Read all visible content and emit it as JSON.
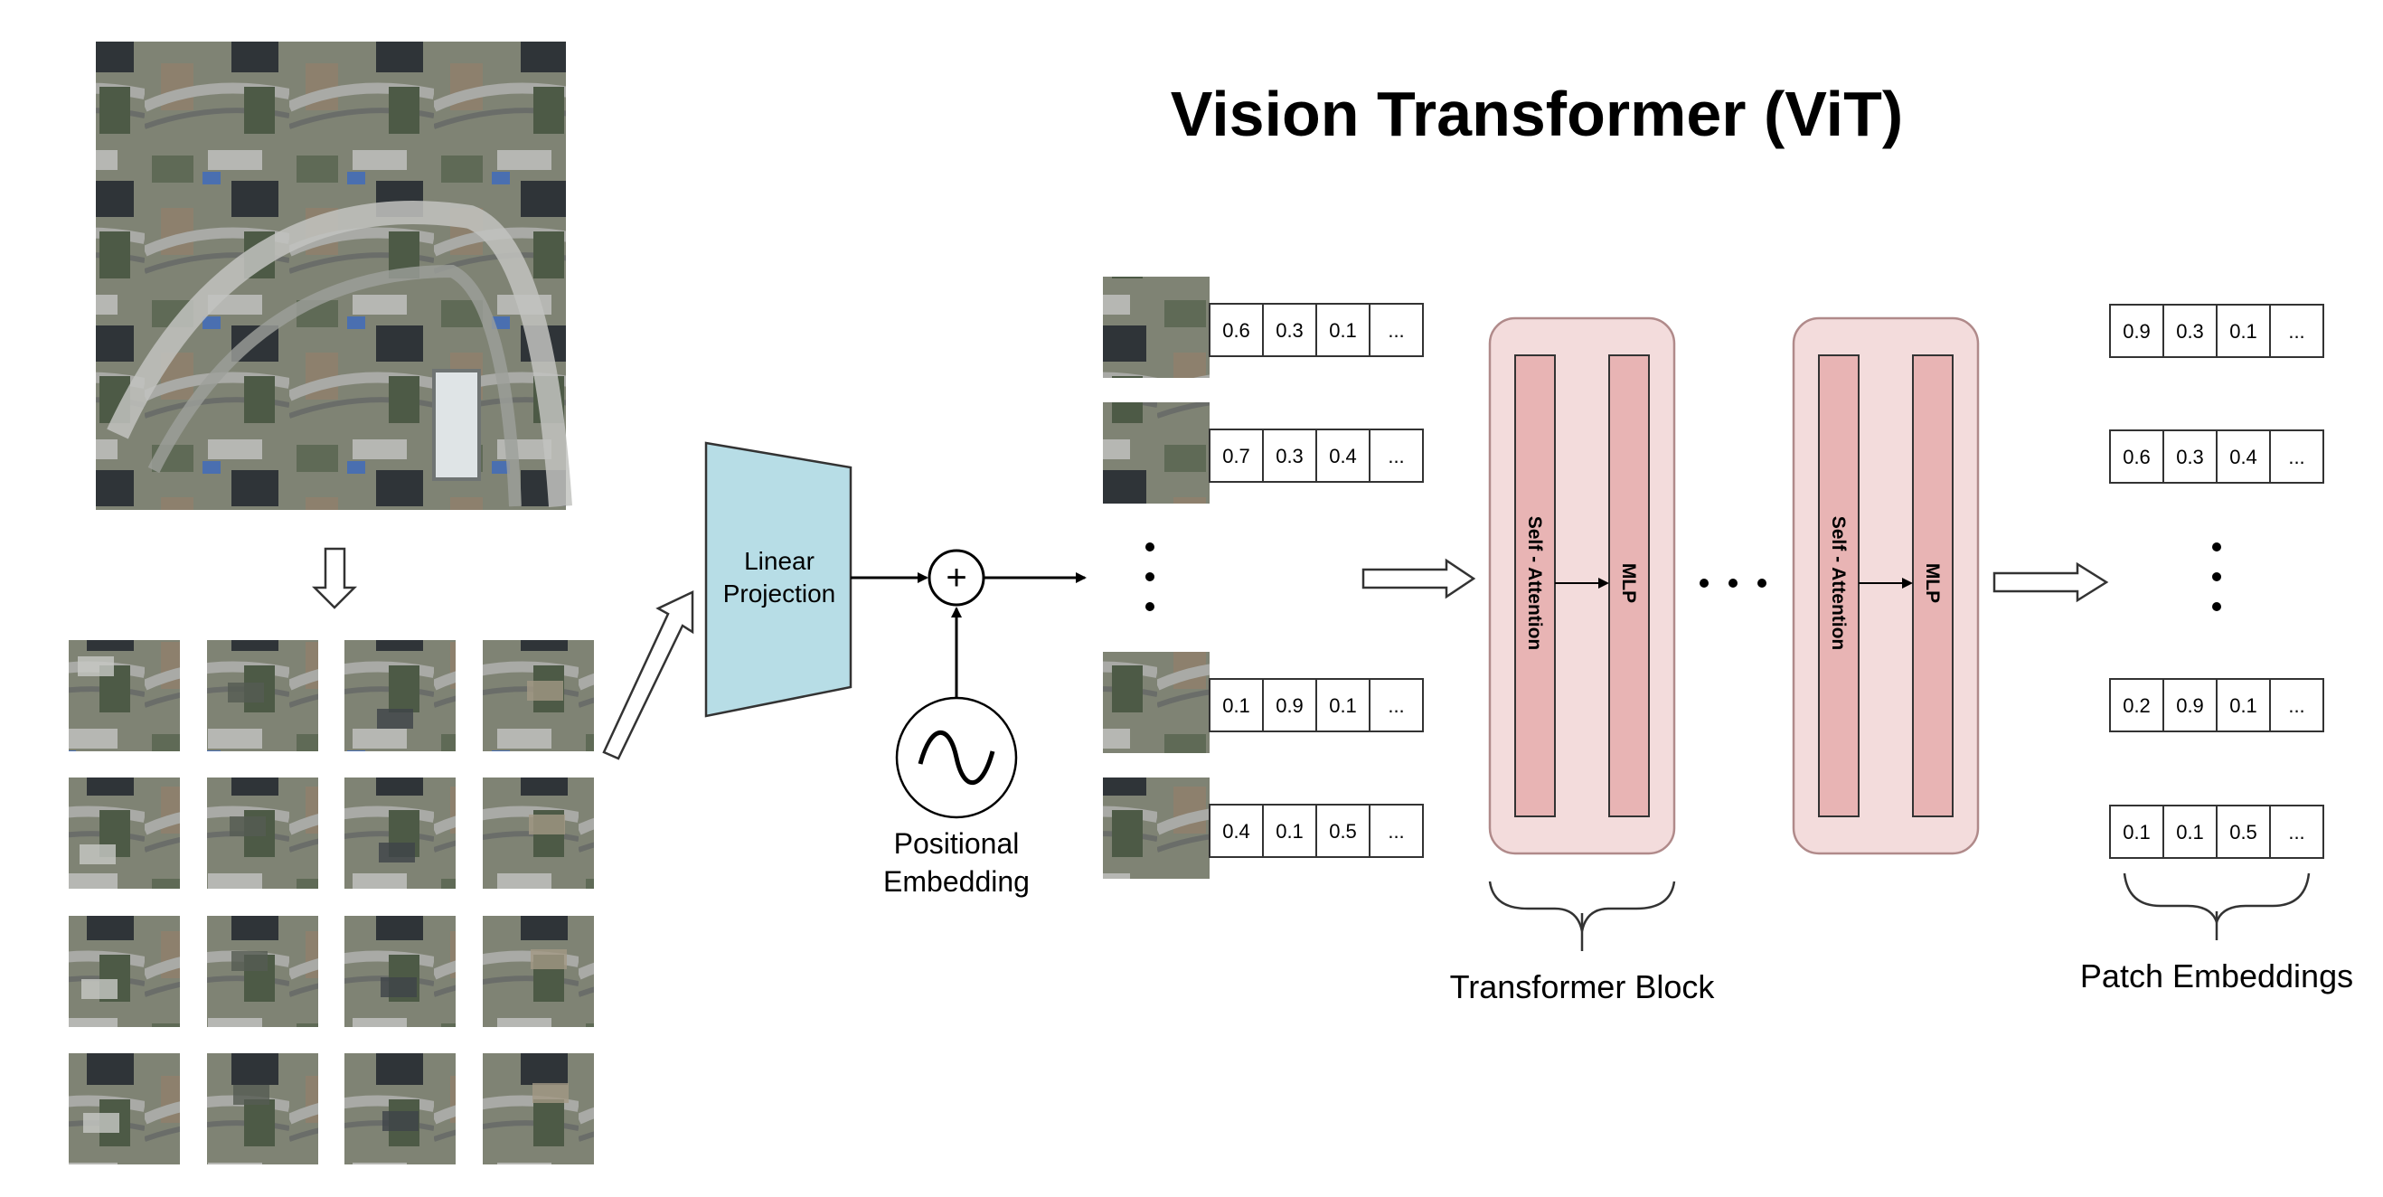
{
  "title": "Vision Transformer (ViT)",
  "linear_projection_label": [
    "Linear",
    "Projection"
  ],
  "plus_symbol": "+",
  "positional_embedding_label": [
    "Positional",
    "Embedding"
  ],
  "self_attention_label": "Self - Attention",
  "mlp_label": "MLP",
  "transformer_block_label": "Transformer Block",
  "patch_embeddings_label": "Patch Embeddings",
  "input_embeddings": [
    [
      "0.6",
      "0.3",
      "0.1",
      "..."
    ],
    [
      "0.7",
      "0.3",
      "0.4",
      "..."
    ],
    [
      "0.1",
      "0.9",
      "0.1",
      "..."
    ],
    [
      "0.4",
      "0.1",
      "0.5",
      "..."
    ]
  ],
  "output_embeddings": [
    [
      "0.9",
      "0.3",
      "0.1",
      "..."
    ],
    [
      "0.6",
      "0.3",
      "0.4",
      "..."
    ],
    [
      "0.2",
      "0.9",
      "0.1",
      "..."
    ],
    [
      "0.1",
      "0.1",
      "0.5",
      "..."
    ]
  ],
  "colors": {
    "projection_fill": "#b7dde6",
    "block_fill": "#f3dcdc",
    "block_stroke": "#b08a8a",
    "inner_fill": "#e8b4b4",
    "stroke": "#222222"
  }
}
